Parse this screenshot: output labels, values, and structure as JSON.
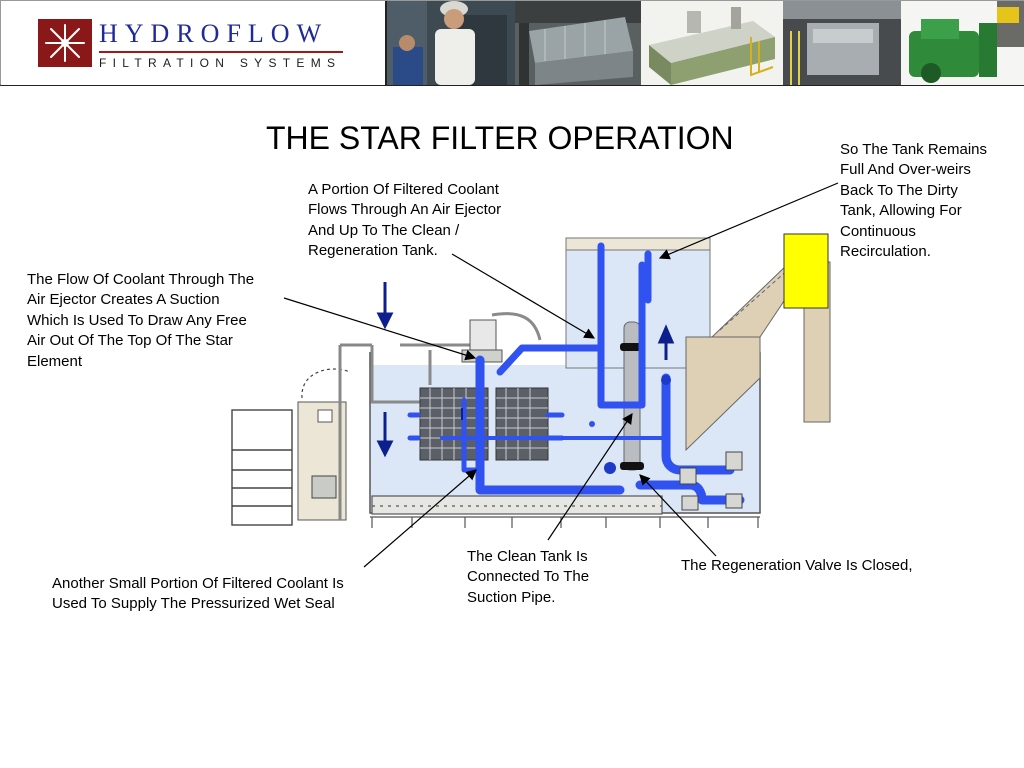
{
  "header": {
    "brand": "HYDROFLOW",
    "tagline": "FILTRATION SYSTEMS",
    "photos": [
      "worker-in-hard-hat-photo",
      "ducted-filter-unit-photo",
      "packaged-system-photo",
      "installed-system-photo",
      "green-machinery-photo"
    ]
  },
  "title": "THE STAR FILTER OPERATION",
  "annotations": {
    "air_ejector": [
      "A Portion Of Filtered Coolant",
      "Flows Through An Air Ejector",
      "And Up To The Clean /",
      "Regeneration Tank."
    ],
    "tank_full": [
      "So The Tank Remains",
      "Full And Over-weirs",
      "Back To The Dirty",
      "Tank, Allowing For",
      "Continuous",
      "Recirculation."
    ],
    "suction": [
      "The Flow Of Coolant Through The",
      "Air Ejector Creates A Suction",
      "Which Is Used To Draw Any Free",
      "Air Out Of The Top Of The Star",
      "Element"
    ],
    "wet_seal": [
      "Another Small Portion Of Filtered Coolant Is",
      "Used To Supply The Pressurized Wet Seal"
    ],
    "clean_tank": [
      "The Clean Tank Is",
      "Connected To The",
      "Suction Pipe."
    ],
    "regen_valve": [
      "The Regeneration Valve Is Closed,"
    ]
  },
  "colors": {
    "brand_text": "#1f2a96",
    "brand_rule": "#a31919",
    "logo_red": "#8b1818",
    "flow_blue": "#2f52f0",
    "arrow_navy": "#0d1f8c",
    "tank_water": "#dbe7f6",
    "hopper_tan": "#ddd0b5",
    "motor_yellow": "#ffff00"
  }
}
